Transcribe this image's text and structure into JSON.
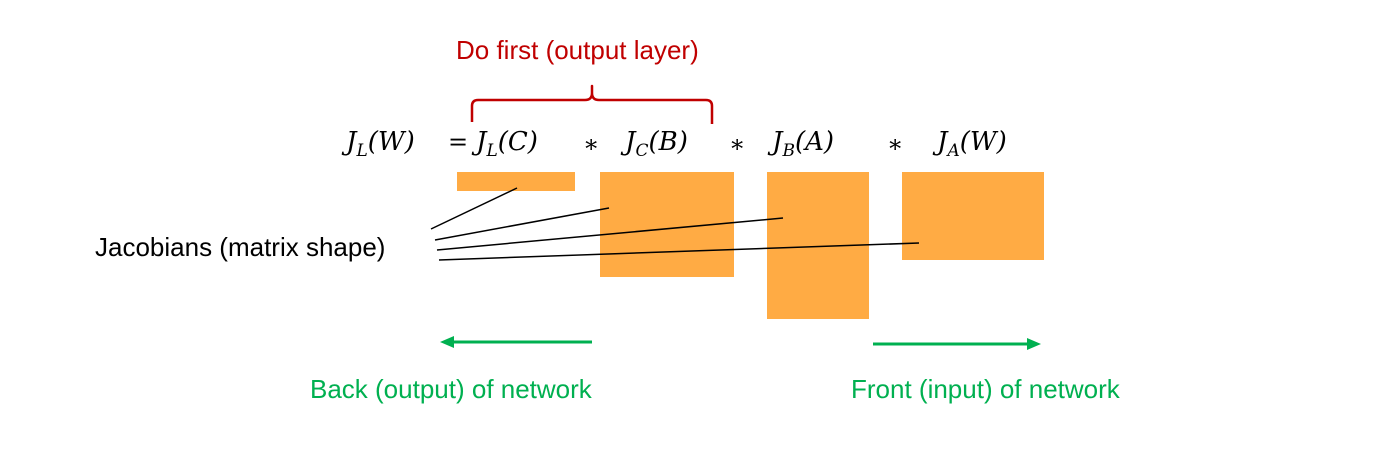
{
  "colors": {
    "block": "#ffab44",
    "annotation": "#c00000",
    "direction": "#00b050",
    "line": "#000000"
  },
  "annotation": "Do first (output layer)",
  "equation": {
    "lhs": {
      "base": "J",
      "sub": "L",
      "arg": "(W)"
    },
    "equals": "=",
    "terms": [
      {
        "base": "J",
        "sub": "L",
        "arg": "(C)"
      },
      {
        "base": "J",
        "sub": "C",
        "arg": "(B)"
      },
      {
        "base": "J",
        "sub": "B",
        "arg": "(A)"
      },
      {
        "base": "J",
        "sub": "A",
        "arg": "(W)"
      }
    ],
    "operator": "∗"
  },
  "jacobians_label": "Jacobians (matrix shape)",
  "back_label": "Back (output) of network",
  "front_label": "Front (input) of network"
}
